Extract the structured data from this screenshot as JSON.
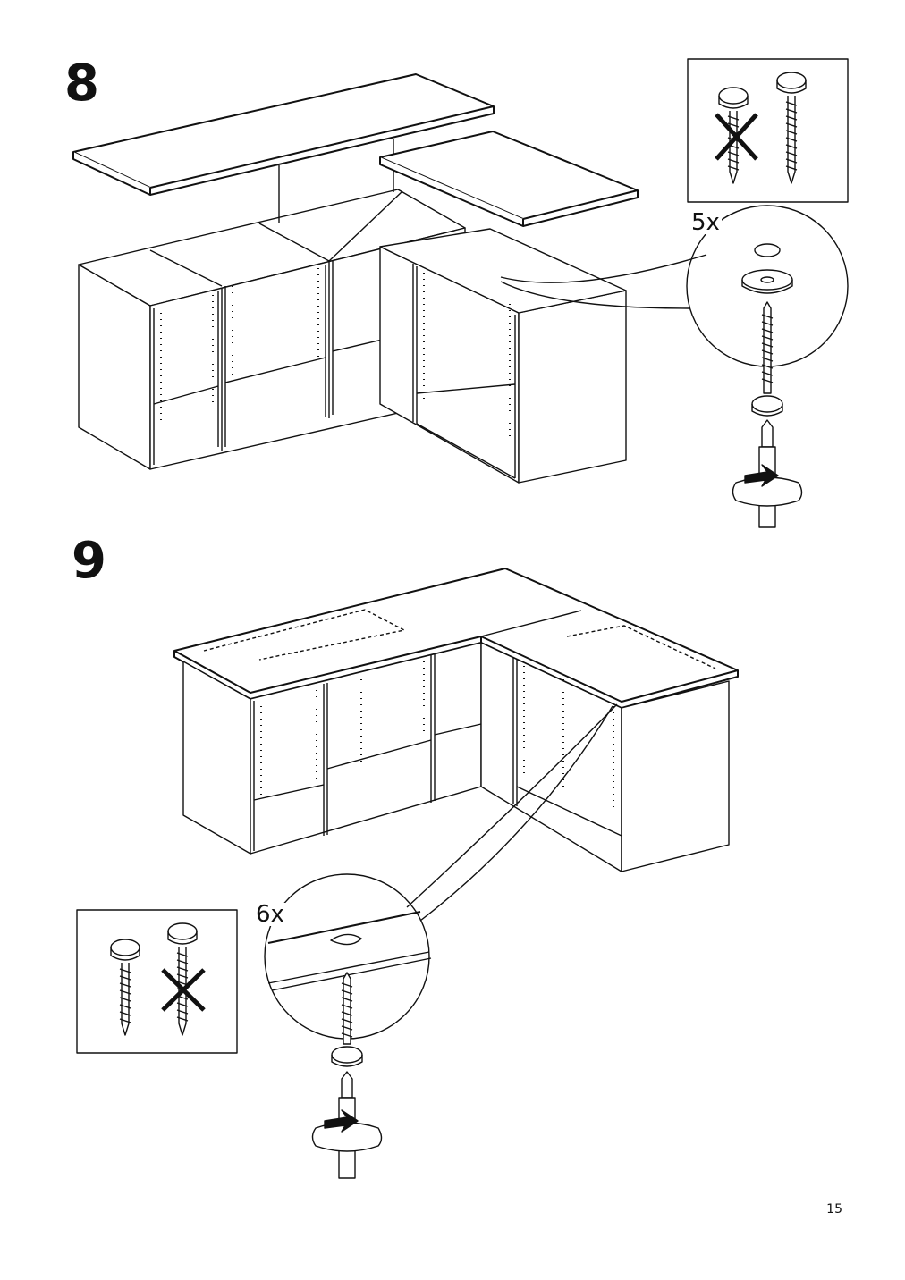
{
  "page": {
    "number": "15"
  },
  "steps": [
    {
      "number": "8",
      "screw_quantity": "5x",
      "screw_choice": {
        "crossed_out": "left",
        "correct": "right"
      },
      "tool": "screwdriver-icon"
    },
    {
      "number": "9",
      "screw_quantity": "6x",
      "screw_choice": {
        "crossed_out": "right",
        "correct": "left"
      },
      "tool": "screwdriver-icon"
    }
  ],
  "colors": {
    "line": "#111111",
    "background": "#ffffff"
  }
}
